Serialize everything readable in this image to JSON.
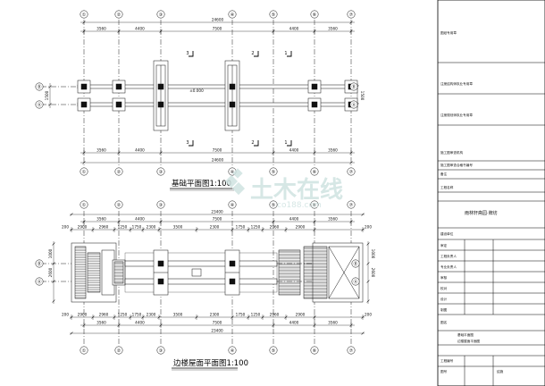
{
  "plan1": {
    "title": "基础平面图1:100",
    "axes_x": [
      "①",
      "②",
      "③",
      "④",
      "⑤",
      "⑥",
      "⑦"
    ],
    "axes_y": [
      "Ⓑ",
      "Ⓐ"
    ],
    "dims_top": [
      "3560",
      "4400",
      "7500",
      "4400",
      "3560"
    ],
    "dims_bottom": [
      "3560",
      "4400",
      "7500",
      "4400",
      "3560"
    ],
    "total": "24600",
    "side_dim": "1500",
    "center_label": "±0.000",
    "section_marks": [
      "3",
      "2",
      "1",
      "3",
      "2",
      "1"
    ]
  },
  "plan2": {
    "title": "边楼屋面平面图1:100",
    "axes_x": [
      "①",
      "②",
      "③",
      "④",
      "⑤",
      "⑥",
      "⑦"
    ],
    "axes_y": [
      "Ⓑ",
      "Ⓐ"
    ],
    "total_top": "23400",
    "total_bottom": "23400",
    "dims_top": [
      "3560",
      "4400",
      "7500",
      "4400",
      "3560"
    ],
    "dims_bottom": [
      "3560",
      "4400",
      "7500",
      "4400",
      "3560"
    ],
    "detail_top": [
      "2900",
      "2960",
      "1250",
      "1750",
      "2300",
      "3500",
      "2300",
      "1750",
      "1250",
      "2960",
      "2900"
    ],
    "detail_bottom": [
      "2900",
      "2960",
      "1250",
      "1750",
      "2300",
      "3500",
      "2300",
      "1750",
      "1250",
      "2960",
      "2900"
    ],
    "edge_dims": [
      "200",
      "200",
      "200",
      "200"
    ],
    "side_dims": [
      "1000",
      "2600"
    ]
  },
  "title_block": {
    "rows": [
      {
        "label": "图纸专用章"
      },
      {
        "label": "注册结构师执业专用章"
      },
      {
        "label": "注册规划师执业专用章"
      },
      {
        "label": "施工图审查机构"
      },
      {
        "label": "施工图审查合格书编号"
      },
      {
        "label": "备注"
      },
      {
        "label": "工程名称"
      },
      {
        "value": "雨林轩斋园·牌坊"
      },
      {
        "label": "建设单位"
      },
      {
        "label": "审定"
      },
      {
        "label": "工程负责人"
      },
      {
        "label": "专业负责人"
      },
      {
        "label": "审核"
      },
      {
        "label": "校对"
      },
      {
        "label": "设计"
      },
      {
        "label": "制图"
      },
      {
        "label": "图名"
      },
      {
        "value": "基础平面图"
      },
      {
        "value": "边楼屋面平面图"
      },
      {
        "label": "工程编号"
      },
      {
        "label": "图号"
      },
      {
        "value": "结施"
      }
    ]
  },
  "watermark": {
    "main": "土木在线",
    "sub": "co188.com"
  }
}
